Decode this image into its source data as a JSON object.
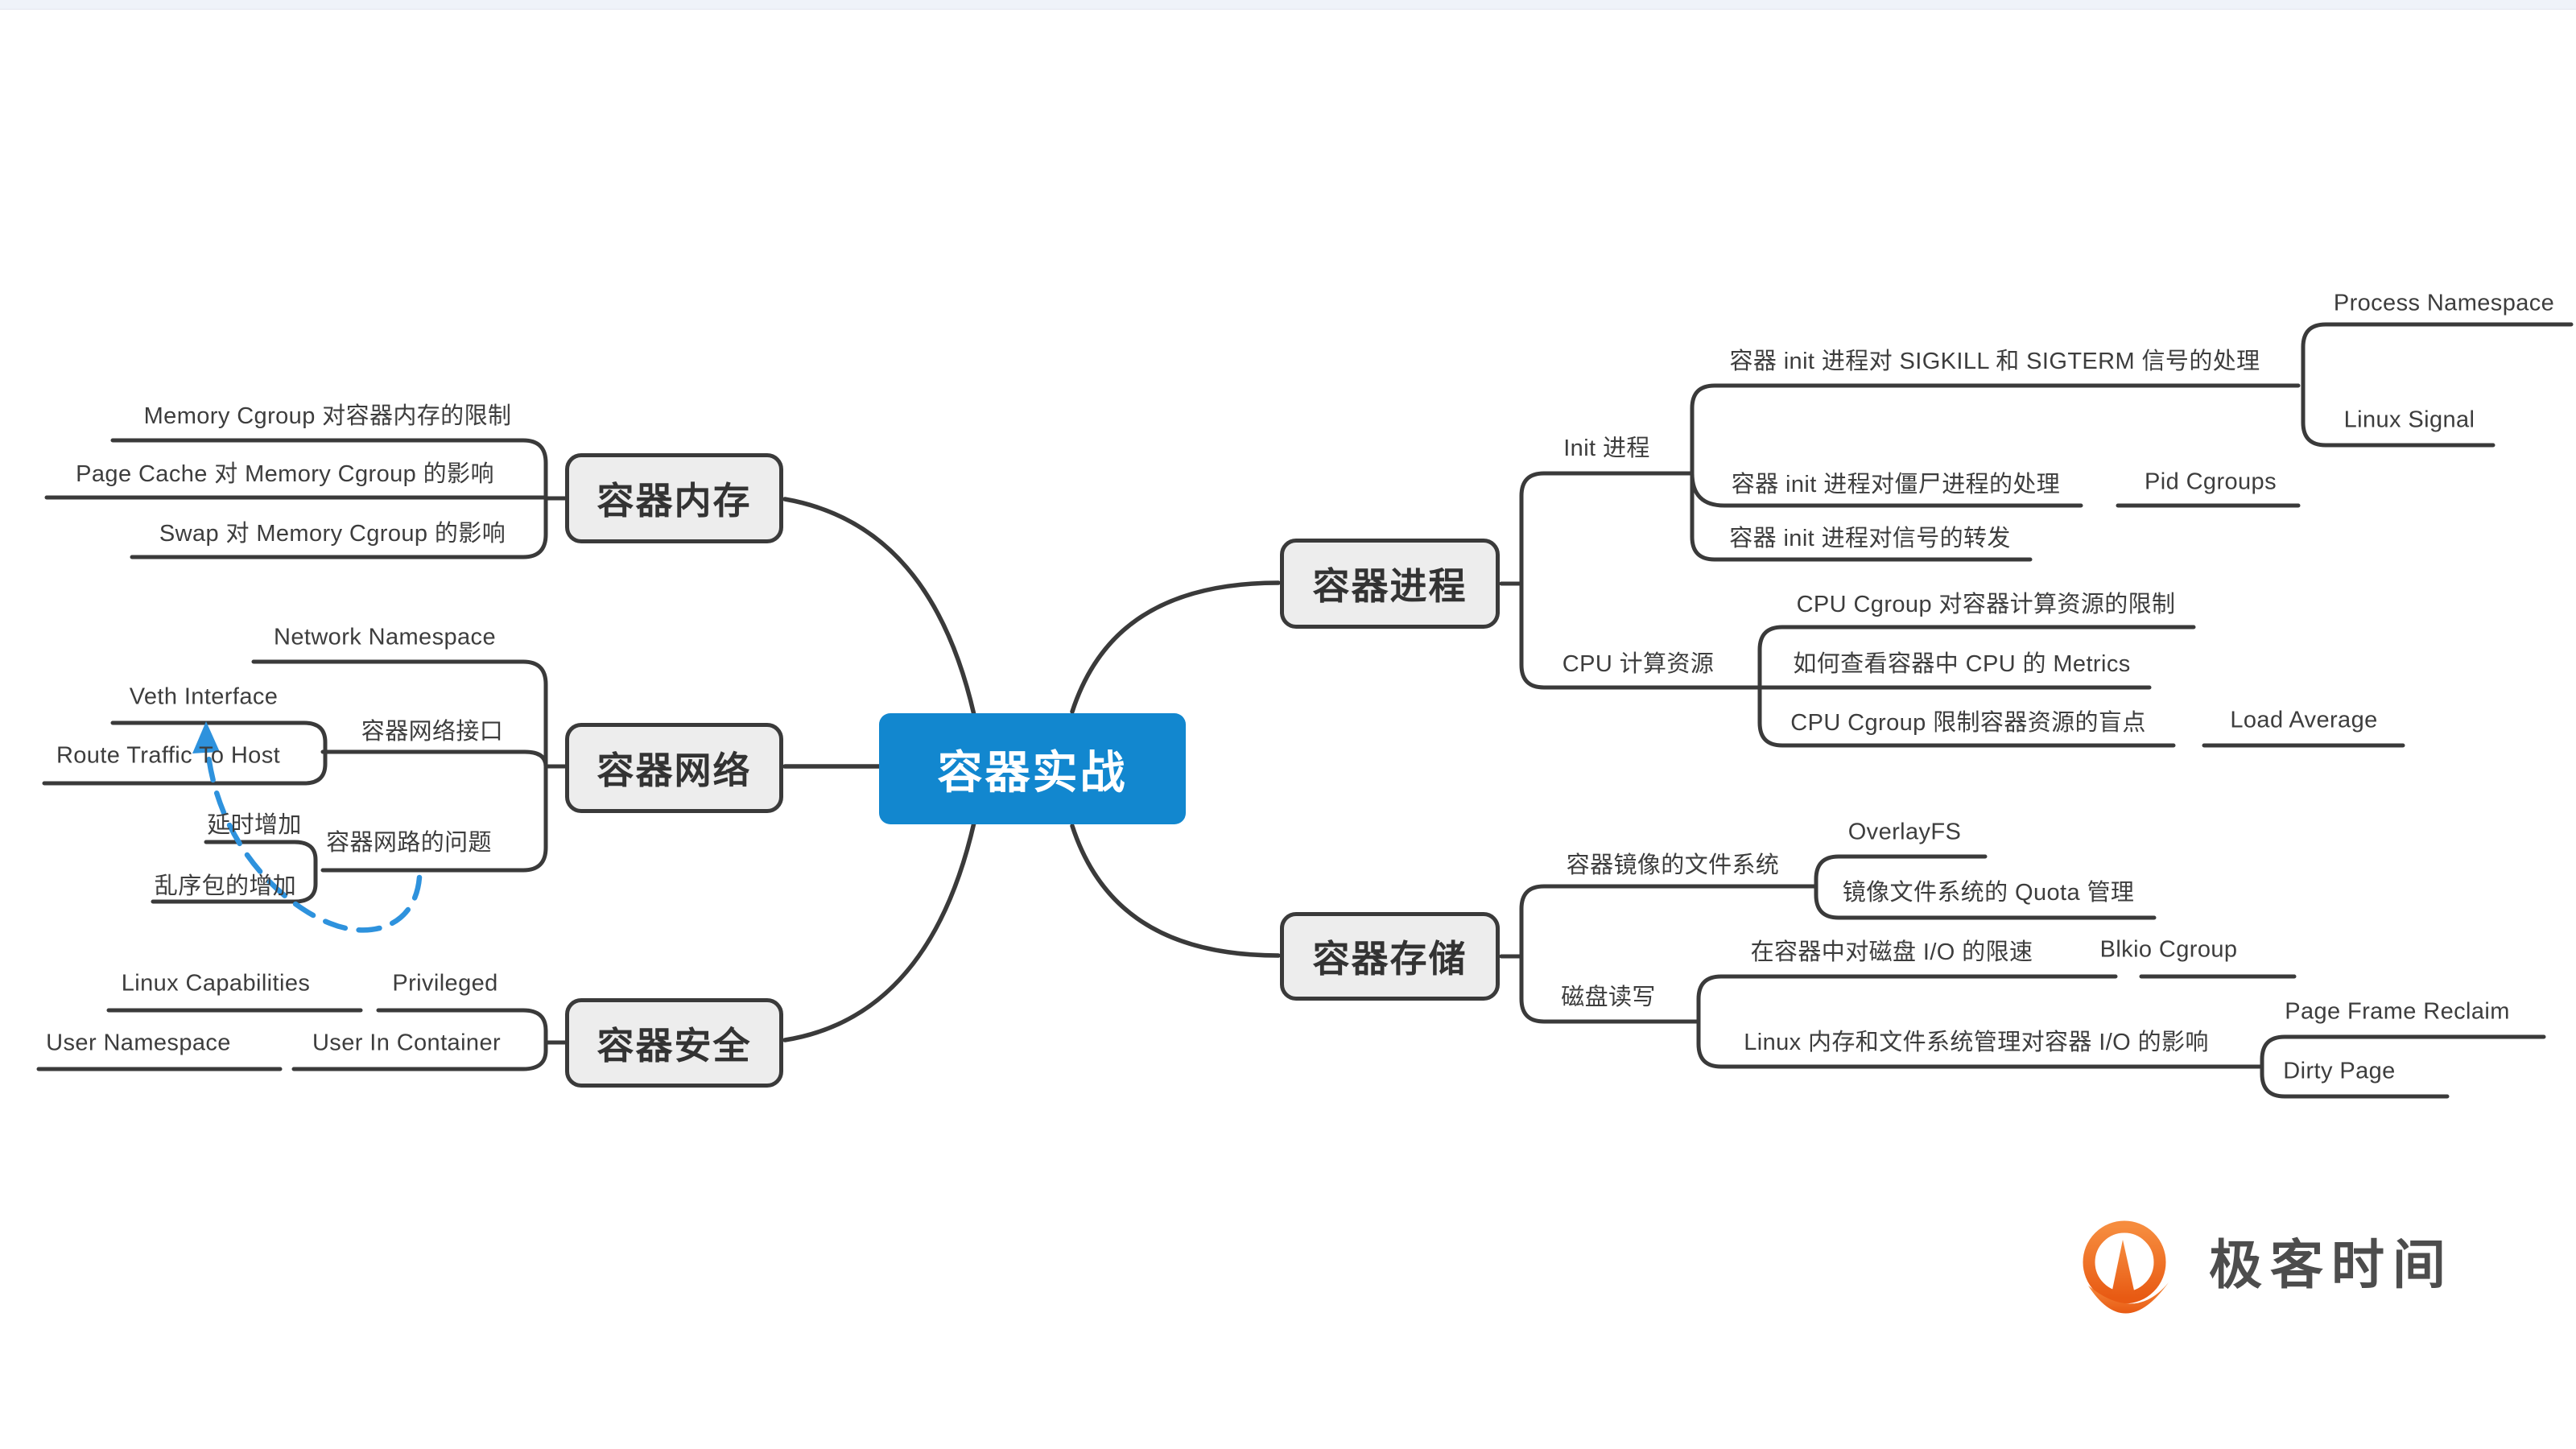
{
  "colors": {
    "root_bg": "#1287cf",
    "root_text": "#ffffff",
    "node_bg": "#ededed",
    "node_border": "#3a3a3a",
    "line": "#3a3a3a",
    "relation_blue": "#2e92dd",
    "logo_orange": "#ee6a1d",
    "text": "#3d3d3d"
  },
  "map": {
    "root": "容器实战",
    "process": {
      "label": "容器进程",
      "init": {
        "label": "Init 进程",
        "sigkill": {
          "label": "容器 init 进程对 SIGKILL 和 SIGTERM 信号的处理",
          "process_ns": "Process Namespace",
          "linux_signal": "Linux Signal"
        },
        "zombie": {
          "label": "容器 init 进程对僵尸进程的处理",
          "pid_cgroups": "Pid Cgroups"
        },
        "forward": {
          "label": "容器 init 进程对信号的转发"
        }
      },
      "cpu": {
        "label": "CPU 计算资源",
        "limit": "CPU Cgroup 对容器计算资源的限制",
        "metrics": "如何查看容器中 CPU 的 Metrics",
        "blind": {
          "label": "CPU Cgroup 限制容器资源的盲点",
          "load_average": "Load Average"
        }
      }
    },
    "storage": {
      "label": "容器存储",
      "imagefs": {
        "label": "容器镜像的文件系统",
        "overlayfs": "OverlayFS",
        "quota": "镜像文件系统的 Quota 管理"
      },
      "diskio": {
        "label": "磁盘读写",
        "throttle": {
          "label": "在容器中对磁盘 I/O 的限速",
          "blkio": "Blkio Cgroup"
        },
        "impact": {
          "label": "Linux 内存和文件系统管理对容器 I/O 的影响",
          "reclaim": "Page Frame Reclaim",
          "dirty": "Dirty Page"
        }
      }
    },
    "memory": {
      "label": "容器内存",
      "limit": "Memory Cgroup 对容器内存的限制",
      "pagecache": "Page Cache 对 Memory Cgroup 的影响",
      "swap": "Swap 对 Memory Cgroup 的影响"
    },
    "network": {
      "label": "容器网络",
      "namespace": "Network Namespace",
      "iface": {
        "label": "容器网络接口",
        "veth": "Veth Interface",
        "route": "Route Traffic To Host"
      },
      "problems": {
        "label": "容器网路的问题",
        "delay": "延时增加",
        "out_of_order": "乱序包的增加"
      }
    },
    "security": {
      "label": "容器安全",
      "privileged": {
        "label": "Privileged",
        "capabilities": "Linux Capabilities"
      },
      "user_in_container": {
        "label": "User In Container",
        "user_namespace": "User Namespace"
      }
    }
  },
  "logo": {
    "text": "极客时间"
  }
}
